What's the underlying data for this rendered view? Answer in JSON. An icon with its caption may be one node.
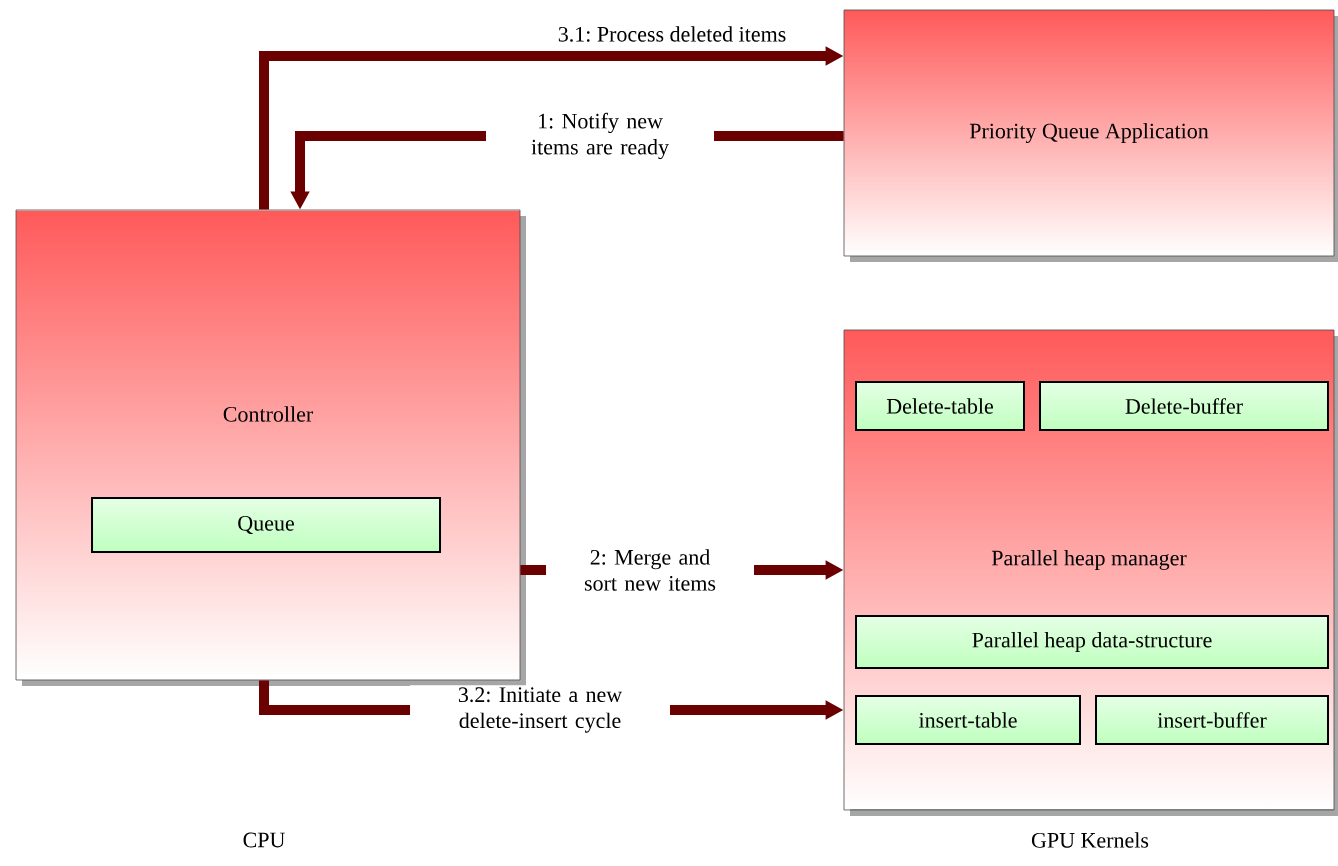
{
  "diagram": {
    "nodes": [
      {
        "text": [
          "Priority Queue Application"
        ]
      },
      {
        "text": [
          "Controller"
        ]
      },
      {
        "text": [
          "Queue"
        ],
        "in": 1
      },
      {
        "text": [
          "Parallel heap manager"
        ]
      },
      {
        "text": [
          "Delete-table"
        ],
        "in": 3
      },
      {
        "text": [
          "Delete-buffer"
        ],
        "in": 3
      },
      {
        "text": [
          "Parallel heap data-structure"
        ],
        "in": 3
      },
      {
        "text": [
          "insert-table"
        ],
        "in": 3
      },
      {
        "text": [
          "insert-buffer"
        ],
        "in": 3
      }
    ],
    "edges": [
      {
        "from": 1,
        "to": 0,
        "arrow": "to",
        "label": "3.1: Process deleted items"
      },
      {
        "from": 0,
        "to": 1,
        "arrow": "to",
        "label": "1: Notify new items are ready"
      },
      {
        "from": 1,
        "to": 3,
        "arrow": "to",
        "label": "2: Merge and sort new items"
      },
      {
        "from": 1,
        "to": 3,
        "arrow": "to",
        "label": "3.2: Initiate a new delete-insert cycle"
      }
    ],
    "labels": [
      "CPU",
      "GPU Kernels"
    ]
  }
}
